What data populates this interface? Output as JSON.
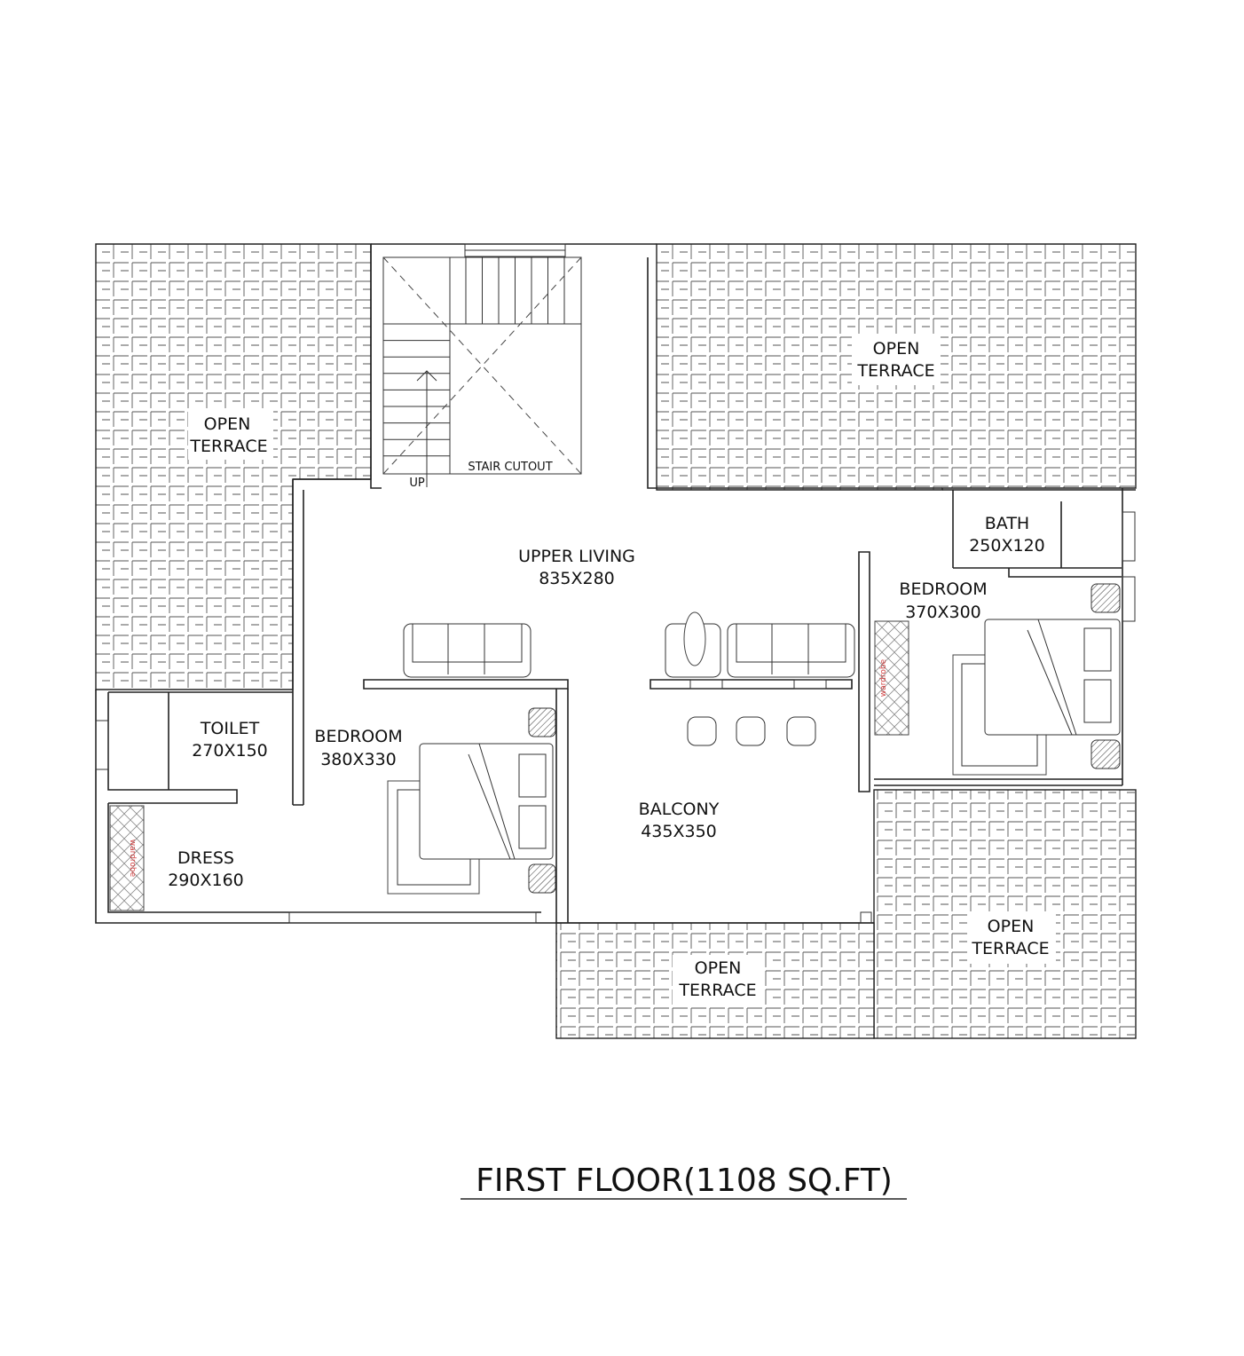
{
  "title": "FIRST FLOOR(1108 SQ.FT)",
  "rooms": {
    "terrace_left": {
      "name": "OPEN",
      "name2": "TERRACE"
    },
    "terrace_top_right": {
      "name": "OPEN",
      "name2": "TERRACE"
    },
    "terrace_bottom": {
      "name": "OPEN",
      "name2": "TERRACE"
    },
    "terrace_bottom_right": {
      "name": "OPEN",
      "name2": "TERRACE"
    },
    "stair": {
      "label": "STAIR CUTOUT",
      "up": "UP"
    },
    "upper_living": {
      "name": "UPPER LIVING",
      "size": "835X280"
    },
    "bath": {
      "name": "BATH",
      "size": "250X120"
    },
    "bedroom_right": {
      "name": "BEDROOM",
      "size": "370X300"
    },
    "toilet": {
      "name": "TOILET",
      "size": "270X150"
    },
    "bedroom_left": {
      "name": "BEDROOM",
      "size": "380X330"
    },
    "dress": {
      "name": "DRESS",
      "size": "290X160"
    },
    "balcony": {
      "name": "BALCONY",
      "size": "435X350"
    }
  },
  "wardrobe_label": "wardrobe",
  "colors": {
    "line": "#222222",
    "wardrobe_text": "#d04040"
  }
}
